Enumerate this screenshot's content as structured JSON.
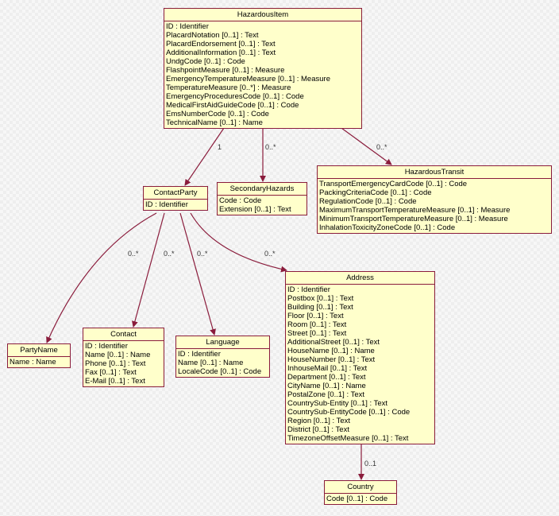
{
  "colors": {
    "line": "#8a1c3c",
    "box_fill": "#ffffcb",
    "background": "#f7f7f7"
  },
  "classes": {
    "hazardous_item": {
      "name": "HazardousItem",
      "attributes": [
        "ID : Identifier",
        "PlacardNotation [0..1] : Text",
        "PlacardEndorsement [0..1] : Text",
        "AdditionalInformation [0..1] : Text",
        "UndgCode [0..1] : Code",
        "FlashpointMeasure [0..1] : Measure",
        "EmergencyTemperatureMeasure [0..1] : Measure",
        "TemperatureMeasure [0..*] : Measure",
        "EmergencyProceduresCode [0..1] : Code",
        "MedicalFirstAidGuideCode [0..1] : Code",
        "EmsNumberCode [0..1] : Code",
        "TechnicalName [0..1] : Name"
      ]
    },
    "contact_party": {
      "name": "ContactParty",
      "attributes": [
        "ID : Identifier"
      ]
    },
    "secondary_hazards": {
      "name": "SecondaryHazards",
      "attributes": [
        "Code : Code",
        "Extension [0..1] : Text"
      ]
    },
    "hazardous_transit": {
      "name": "HazardousTransit",
      "attributes": [
        "TransportEmergencyCardCode [0..1] : Code",
        "PackingCriteriaCode [0..1] : Code",
        "RegulationCode [0..1] : Code",
        "MaximumTransportTemperatureMeasure [0..1] : Measure",
        "MinimumTransportTemperatureMeasure [0..1] : Measure",
        "InhalationToxicityZoneCode [0..1] : Code"
      ]
    },
    "party_name": {
      "name": "PartyName",
      "attributes": [
        "Name : Name"
      ]
    },
    "contact": {
      "name": "Contact",
      "attributes": [
        "ID : Identifier",
        "Name [0..1] : Name",
        "Phone [0..1] : Text",
        "Fax [0..1] : Text",
        "E-Mail [0..1] : Text"
      ]
    },
    "language": {
      "name": "Language",
      "attributes": [
        "ID : Identifier",
        "Name [0..1] : Name",
        "LocaleCode [0..1] : Code"
      ]
    },
    "address": {
      "name": "Address",
      "attributes": [
        "ID : Identifier",
        "Postbox [0..1] : Text",
        "Building [0..1] : Text",
        "Floor [0..1] : Text",
        "Room [0..1] : Text",
        "Street [0..1] : Text",
        "AdditionalStreet [0..1] : Text",
        "HouseName [0..1] : Name",
        "HouseNumber [0..1] : Text",
        "InhouseMail [0..1] : Text",
        "Department [0..1] : Text",
        "CityName [0..1] : Name",
        "PostalZone [0..1] : Text",
        "CountrySub-Entity [0..1] : Text",
        "CountrySub-EntityCode [0..1] : Code",
        "Region [0..1] : Text",
        "District [0..1] : Text",
        "TimezoneOffsetMeasure [0..1] : Text"
      ]
    },
    "country": {
      "name": "Country",
      "attributes": [
        "Code [0..1] : Code"
      ]
    }
  },
  "associations": {
    "item_to_contact_party": {
      "multiplicity": "1"
    },
    "item_to_secondary_hazards": {
      "multiplicity": "0..*"
    },
    "item_to_hazardous_transit": {
      "multiplicity": "0..*"
    },
    "contact_party_to_party_name": {
      "multiplicity": "0..*"
    },
    "contact_party_to_contact": {
      "multiplicity": "0..*"
    },
    "contact_party_to_language": {
      "multiplicity": "0..*"
    },
    "contact_party_to_address": {
      "multiplicity": "0..*"
    },
    "address_to_country": {
      "multiplicity": "0..1"
    }
  }
}
